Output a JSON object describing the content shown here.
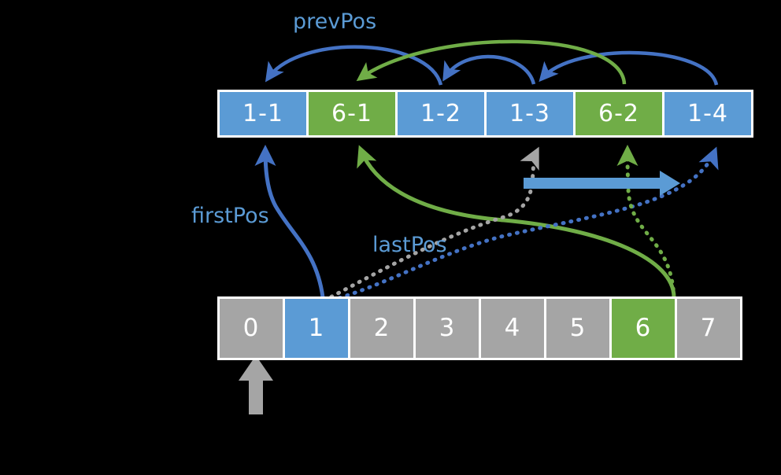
{
  "diagram": {
    "title": "prevPos / firstPos / lastPos linked-list over bucket array",
    "background_color": "#000000",
    "colors": {
      "blue_fill": "#5B9BD5",
      "green_fill": "#70AD47",
      "gray_fill": "#A5A5A5",
      "arc_blue": "#4472C4",
      "arc_green": "#70AD47",
      "dotted_gray": "#A5A5A5",
      "dotted_blue": "#4472C4",
      "dotted_green": "#70AD47",
      "text_white": "#FFFFFF",
      "label_blue": "#5B9BD5",
      "cell_border": "#FFFFFF"
    }
  },
  "labels": {
    "prev_pos": "prevPos",
    "first_pos": "firstPos",
    "last_pos": "lastPos"
  },
  "entries_row": {
    "name": "entries-row",
    "cells": [
      {
        "text": "1-1",
        "color": "blue"
      },
      {
        "text": "6-1",
        "color": "green"
      },
      {
        "text": "1-2",
        "color": "blue"
      },
      {
        "text": "1-3",
        "color": "blue"
      },
      {
        "text": "6-2",
        "color": "green"
      },
      {
        "text": "1-4",
        "color": "blue"
      }
    ]
  },
  "buckets_row": {
    "name": "buckets-row",
    "cells": [
      {
        "text": "0",
        "color": "gray"
      },
      {
        "text": "1",
        "color": "blue"
      },
      {
        "text": "2",
        "color": "gray"
      },
      {
        "text": "3",
        "color": "gray"
      },
      {
        "text": "4",
        "color": "gray"
      },
      {
        "text": "5",
        "color": "gray"
      },
      {
        "text": "6",
        "color": "green"
      },
      {
        "text": "7",
        "color": "gray"
      }
    ]
  },
  "connectors": [
    {
      "name": "prevpos-arc-1-2-to-1-1",
      "kind": "solid-arc",
      "color": "#4472C4",
      "from": "1-2",
      "to": "1-1"
    },
    {
      "name": "prevpos-arc-1-3-to-1-2",
      "kind": "solid-arc",
      "color": "#4472C4",
      "from": "1-3",
      "to": "1-2"
    },
    {
      "name": "prevpos-arc-1-4-to-1-3",
      "kind": "solid-arc",
      "color": "#4472C4",
      "from": "1-4",
      "to": "1-3"
    },
    {
      "name": "prevpos-arc-6-2-to-6-1",
      "kind": "solid-arc",
      "color": "#70AD47",
      "from": "6-2",
      "to": "6-1"
    },
    {
      "name": "firstpos-curve-bucket1-to-1-1",
      "kind": "solid-curve",
      "color": "#4472C4",
      "from": "1",
      "to": "1-1"
    },
    {
      "name": "firstpos-curve-bucket6-to-6-1",
      "kind": "solid-curve",
      "color": "#70AD47",
      "from": "6",
      "to": "6-1"
    },
    {
      "name": "lastpos-dotted-bucket1-to-1-3",
      "kind": "dotted-curve",
      "color": "#A5A5A5",
      "from": "1",
      "to": "1-3"
    },
    {
      "name": "lastpos-dotted-bucket1-to-1-4",
      "kind": "dotted-curve",
      "color": "#4472C4",
      "from": "1",
      "to": "1-4"
    },
    {
      "name": "lastpos-dotted-bucket6-to-6-2",
      "kind": "dotted-curve",
      "color": "#70AD47",
      "from": "6",
      "to": "6-2"
    },
    {
      "name": "progress-block-arrow",
      "kind": "block-arrow",
      "color": "#5B9BD5",
      "direction": "right"
    },
    {
      "name": "bucket-index-block-arrow",
      "kind": "block-arrow",
      "color": "#A5A5A5",
      "direction": "up",
      "points_to": "0"
    }
  ]
}
